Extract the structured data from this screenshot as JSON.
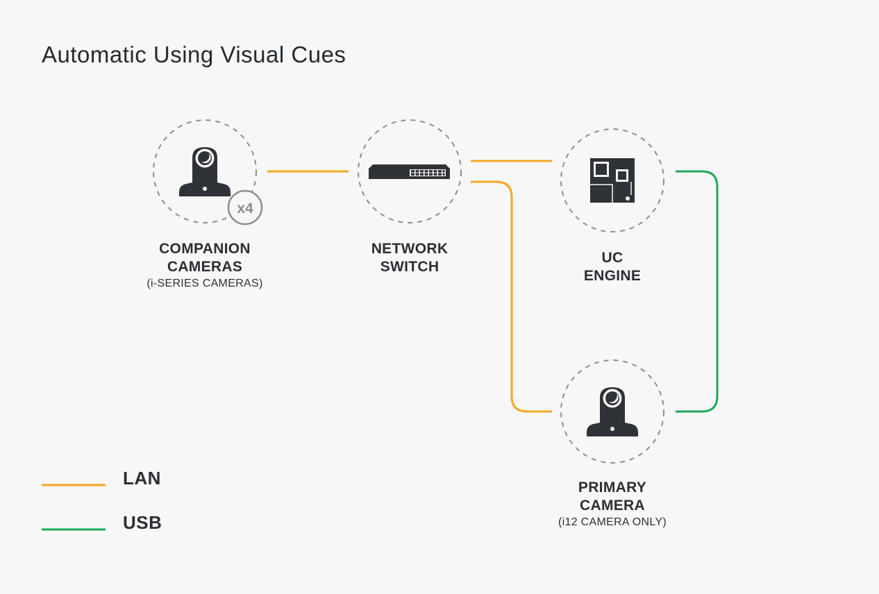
{
  "title": "Automatic Using Visual Cues",
  "nodes": {
    "companion": {
      "line1": "COMPANION",
      "line2": "CAMERAS",
      "sub": "(i-SERIES CAMERAS)",
      "badge": "x4",
      "icon": "ptz-camera-icon"
    },
    "switch": {
      "line1": "NETWORK",
      "line2": "SWITCH",
      "icon": "network-switch-icon"
    },
    "engine": {
      "line1": "UC",
      "line2": "ENGINE",
      "icon": "uc-engine-icon"
    },
    "primary": {
      "line1": "PRIMARY",
      "line2": "CAMERA",
      "sub": "(i12 CAMERA ONLY)",
      "icon": "ptz-camera-icon"
    }
  },
  "legend": {
    "lan": {
      "label": "LAN",
      "color": "#f5a623"
    },
    "usb": {
      "label": "USB",
      "color": "#1ea85a"
    }
  },
  "colors": {
    "icon": "#2f3237",
    "ring": "#8d8d8d",
    "background": "#f7f7f7"
  }
}
